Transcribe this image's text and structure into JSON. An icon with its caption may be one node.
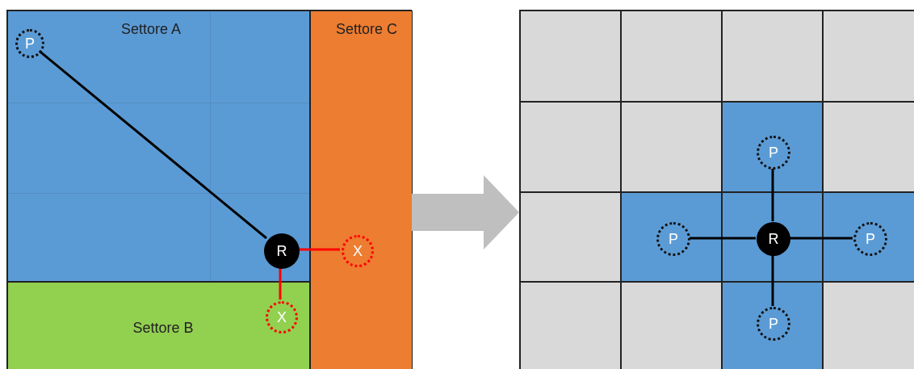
{
  "diagram": {
    "nodes": [
      {
        "text": [],
        "shape": "box"
      },
      {
        "text": [
          "Settore A"
        ],
        "in": 0
      },
      {
        "text": [
          "Settore C"
        ],
        "in": 0
      },
      {
        "text": [
          "Settore B"
        ],
        "in": 0
      },
      {
        "text": [
          "P"
        ],
        "in": 1
      },
      {
        "text": [
          "R"
        ],
        "in": 1
      },
      {
        "text": [
          "X"
        ],
        "in": 2
      },
      {
        "text": [
          "X"
        ],
        "in": 3
      },
      {
        "text": [],
        "shape": "box"
      },
      {
        "text": [
          "P"
        ],
        "in": 8
      },
      {
        "text": [
          "P"
        ],
        "in": 8
      },
      {
        "text": [
          "R"
        ],
        "in": 8
      },
      {
        "text": [
          "P"
        ],
        "in": 8
      },
      {
        "text": [
          "P"
        ],
        "in": 8
      }
    ],
    "edges": [
      {
        "from": 4,
        "to": 5,
        "arrow": "none"
      },
      {
        "from": 5,
        "to": 6,
        "arrow": "none",
        "color": "#ff0000"
      },
      {
        "from": 5,
        "to": 7,
        "arrow": "none",
        "color": "#ff0000"
      },
      {
        "from": 0,
        "to": 8,
        "arrow": "to",
        "style": "thick",
        "color": "#bfbfbf"
      },
      {
        "from": 11,
        "to": 9,
        "arrow": "none"
      },
      {
        "from": 11,
        "to": 10,
        "arrow": "none"
      },
      {
        "from": 11,
        "to": 12,
        "arrow": "none"
      },
      {
        "from": 11,
        "to": 13,
        "arrow": "none"
      }
    ]
  }
}
